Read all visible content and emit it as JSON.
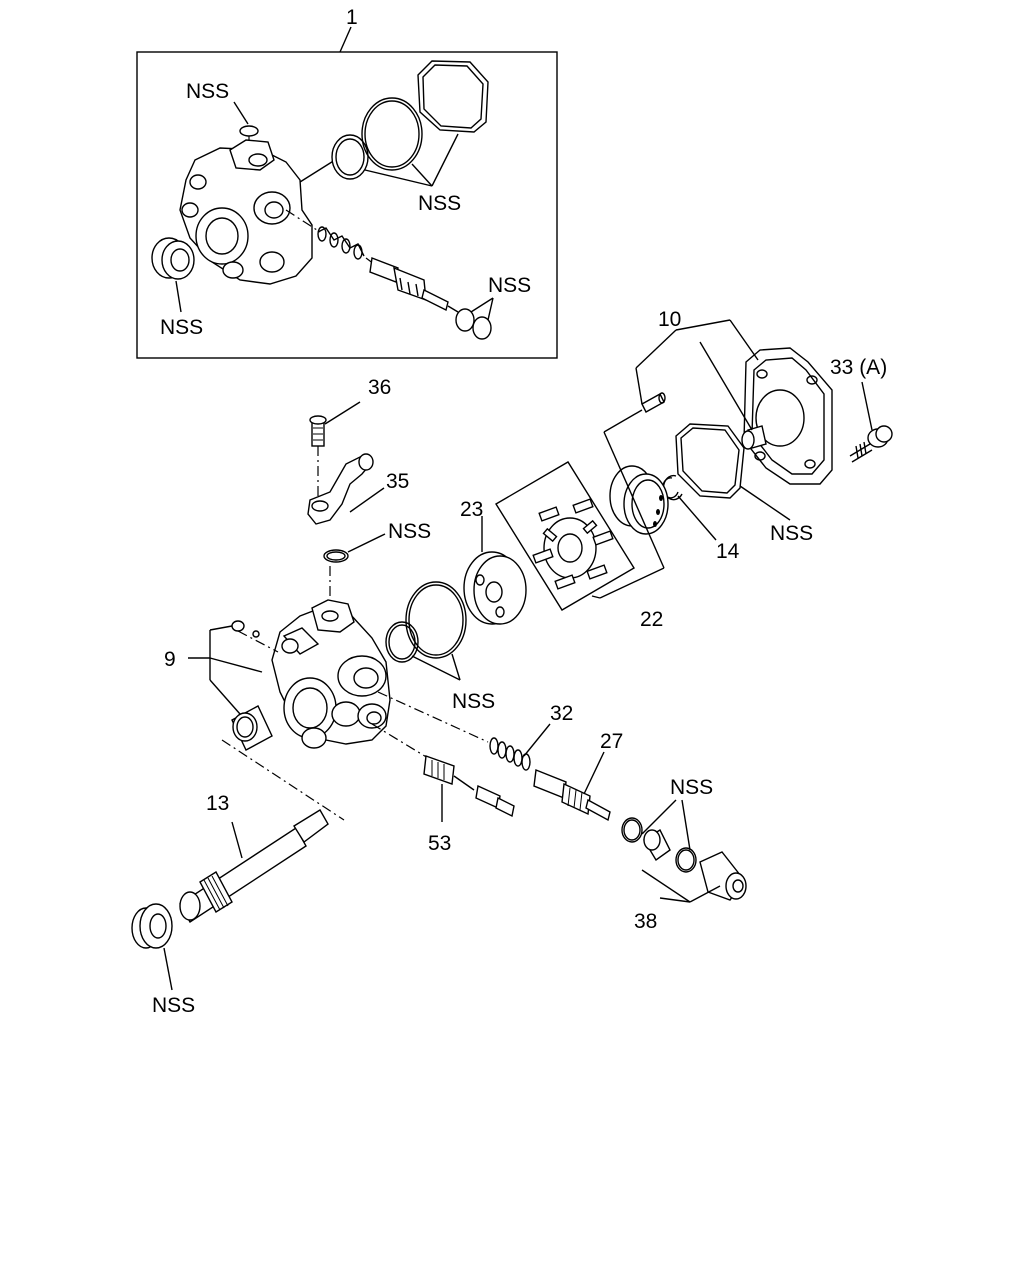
{
  "labels": {
    "item_1": "1",
    "item_9": "9",
    "item_10": "10",
    "item_13": "13",
    "item_14": "14",
    "item_22": "22",
    "item_23": "23",
    "item_27": "27",
    "item_32": "32",
    "item_33": "33 (A)",
    "item_35": "35",
    "item_36": "36",
    "item_38": "38",
    "item_53": "53",
    "nss": "NSS"
  }
}
